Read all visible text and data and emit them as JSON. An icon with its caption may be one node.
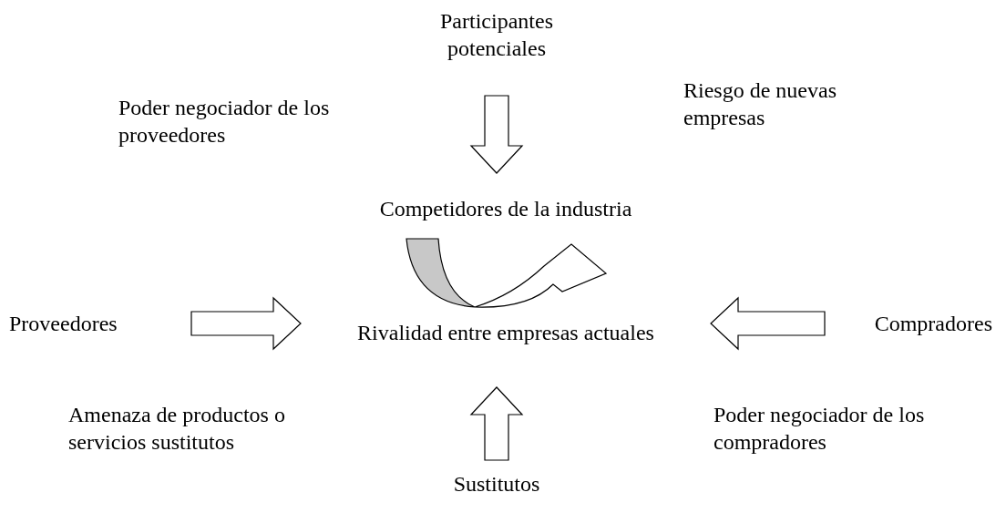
{
  "diagram": {
    "nodes": [
      {
        "text": [
          "Participantes potenciales"
        ]
      },
      {
        "text": [
          "Competidores de la industria",
          "Rivalidad entre empresas actuales"
        ]
      },
      {
        "text": [
          "Proveedores"
        ]
      },
      {
        "text": [
          "Compradores"
        ]
      },
      {
        "text": [
          "Sustitutos"
        ]
      }
    ],
    "edges": [
      {
        "from": 0,
        "to": 1,
        "arrow": "to"
      },
      {
        "from": 2,
        "to": 1,
        "arrow": "to"
      },
      {
        "from": 3,
        "to": 1,
        "arrow": "to"
      },
      {
        "from": 4,
        "to": 1,
        "arrow": "to"
      }
    ],
    "labels": [
      "Poder negociador de los proveedores",
      "Riesgo de nuevas empresas",
      "Amenaza de productos o servicios sustitutos",
      "Poder negociador de los compradores"
    ]
  }
}
